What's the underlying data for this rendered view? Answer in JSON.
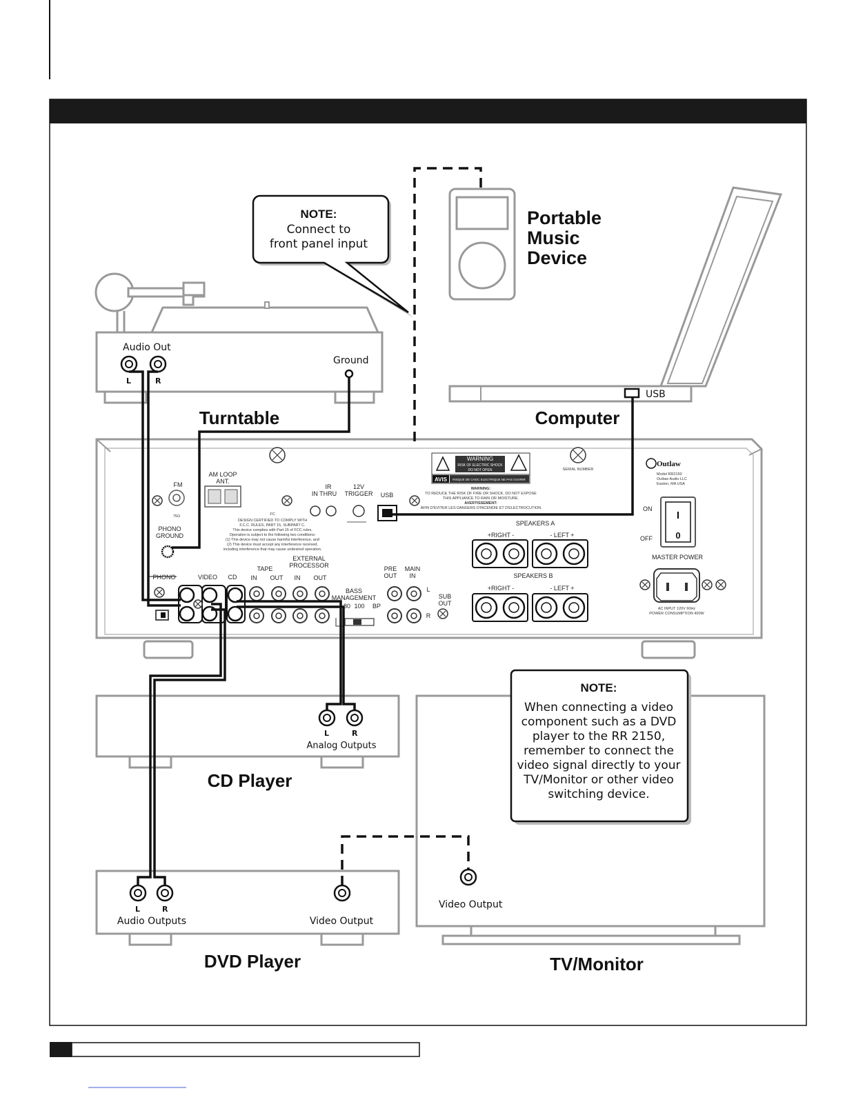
{
  "labels": {
    "note_top_title": "NOTE:",
    "note_top_line1": "Connect to",
    "note_top_line2": "front panel input",
    "portable_1": "Portable",
    "portable_2": "Music",
    "portable_3": "Device",
    "audio_out": "Audio Out",
    "ground": "Ground",
    "tt_l": "L",
    "tt_r": "R",
    "usb_computer": "USB",
    "turntable": "Turntable",
    "computer": "Computer",
    "cd_player": "CD Player",
    "cd_l": "L",
    "cd_r": "R",
    "analog_outputs": "Analog Outputs",
    "dvd_player": "DVD Player",
    "dvd_l": "L",
    "dvd_r": "R",
    "audio_outputs": "Audio Outputs",
    "video_output_dvd": "Video Output",
    "video_output_tv": "Video Output",
    "tv_monitor": "TV/Monitor",
    "note_bottom_title": "NOTE:",
    "note_bottom_lines": [
      "When connecting a video",
      "component such as a DVD",
      "player to the RR 2150,",
      "remember to connect the",
      "video signal directly to your",
      "TV/Monitor or other video",
      "switching device."
    ]
  },
  "receiver": {
    "fm": "FM",
    "ohm": "75Ω",
    "am_loop_1": "AM LOOP",
    "am_loop_2": "ANT.",
    "ir_1": "IR",
    "ir_2": "IN  THRU",
    "trig_1": "12V",
    "trig_2": "TRIGGER",
    "usb": "USB",
    "phono_ground_1": "PHONO",
    "phono_ground_2": "GROUND",
    "warning": "WARNING",
    "shock": "RISK OF ELECTRIC SHOCK",
    "do_not_open": "DO NOT OPEN",
    "avis": "AVIS",
    "avis_text": "RISQUE DE CHOC ELECTRIQUE NE PAS OUVRIR",
    "warning2": "WARNING:",
    "warn_line1": "TO REDUCE THE RISK OF FIRE OR SHOCK, DO NOT EXPOSE",
    "warn_line2": "THIS APPLIANCE TO RAIN OR MOISTURE.",
    "avert": "AVERTISSEMENT:",
    "avert_line": "AFIN D'EVITER LES DANGERS D'INCENDIE ET D'ELECTROCUTION",
    "serial": "SERIAL NUMBER",
    "brand": "Outlaw",
    "model_1": "Model RR2150",
    "model_2": "Outlaw Audio LLC",
    "model_3": "Easton, MA USA",
    "on": "ON",
    "off": "OFF",
    "switch_on": "I",
    "switch_off": "0",
    "master_power": "MASTER POWER",
    "speakers_a": "SPEAKERS A",
    "speakers_b": "SPEAKERS B",
    "right_a": "+RIGHT -",
    "left_a": "-   LEFT  +",
    "right_b": "+RIGHT -",
    "left_b": "-   LEFT  +",
    "phono": "PHONO",
    "video": "VIDEO",
    "cd": "CD",
    "tape": "TAPE",
    "tape_in": "IN",
    "tape_out": "OUT",
    "ext_1": "EXTERNAL",
    "ext_2": "PROCESSOR",
    "ext_in": "IN",
    "ext_out": "OUT",
    "bass_1": "BASS",
    "bass_2": "MANAGEMENT",
    "bass_80": "80",
    "bass_100": "100",
    "bass_bp": "BP",
    "pre_1": "PRE",
    "pre_2": "OUT",
    "main_1": "MAIN",
    "main_2": "IN",
    "sub_1": "SUB",
    "sub_2": "OUT",
    "ch_l": "L",
    "ch_r": "R",
    "ac_1": "AC INPUT 120V 60Hz",
    "ac_2": "POWER CONSUMPTION 400W",
    "fcc_1": "DESIGN CERTIFIED TO COMPLY WITH",
    "fcc_2": "F.C.C. RULES, PART 15, SUBPART C.",
    "fcc_3": "This device complies with Part 15 of FCC rules.",
    "fcc_4": "Operation is subject to the following two conditions:",
    "fcc_5": "(1) This device may not cause harmful interference, and",
    "fcc_6": "(2) This device must accept any interference received,",
    "fcc_7": "including interference that may cause undesired operation."
  },
  "colors": {
    "ink": "#111111",
    "device_outline": "#999999",
    "header_bar": "#1a1a1a"
  }
}
